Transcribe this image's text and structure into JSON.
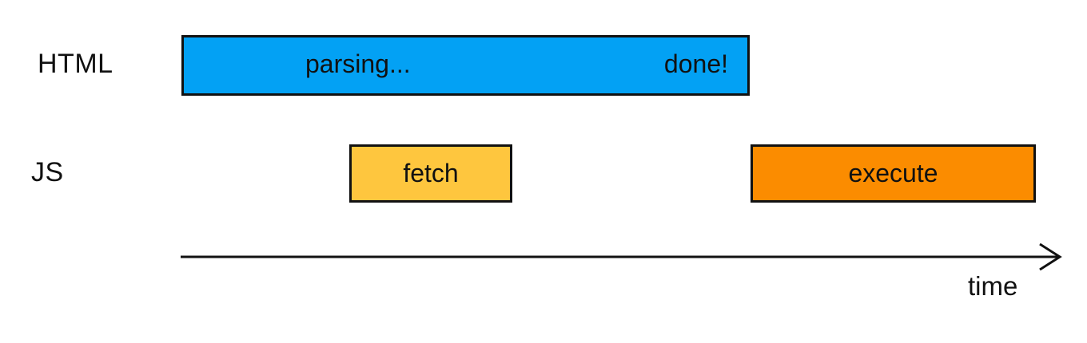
{
  "diagram": {
    "background": "#ffffff",
    "text_color": "#111111",
    "rows": {
      "html": {
        "label": "HTML"
      },
      "js": {
        "label": "JS"
      }
    },
    "bars": {
      "parsing": {
        "status_label": "parsing...",
        "end_label": "done!",
        "color": "#03A1F4",
        "border_color": "#111111"
      },
      "fetch": {
        "label": "fetch",
        "color": "#FEC63E",
        "border_color": "#111111"
      },
      "execute": {
        "label": "execute",
        "color": "#FB8C00",
        "border_color": "#111111"
      }
    },
    "axis": {
      "label": "time",
      "color": "#111111"
    }
  }
}
